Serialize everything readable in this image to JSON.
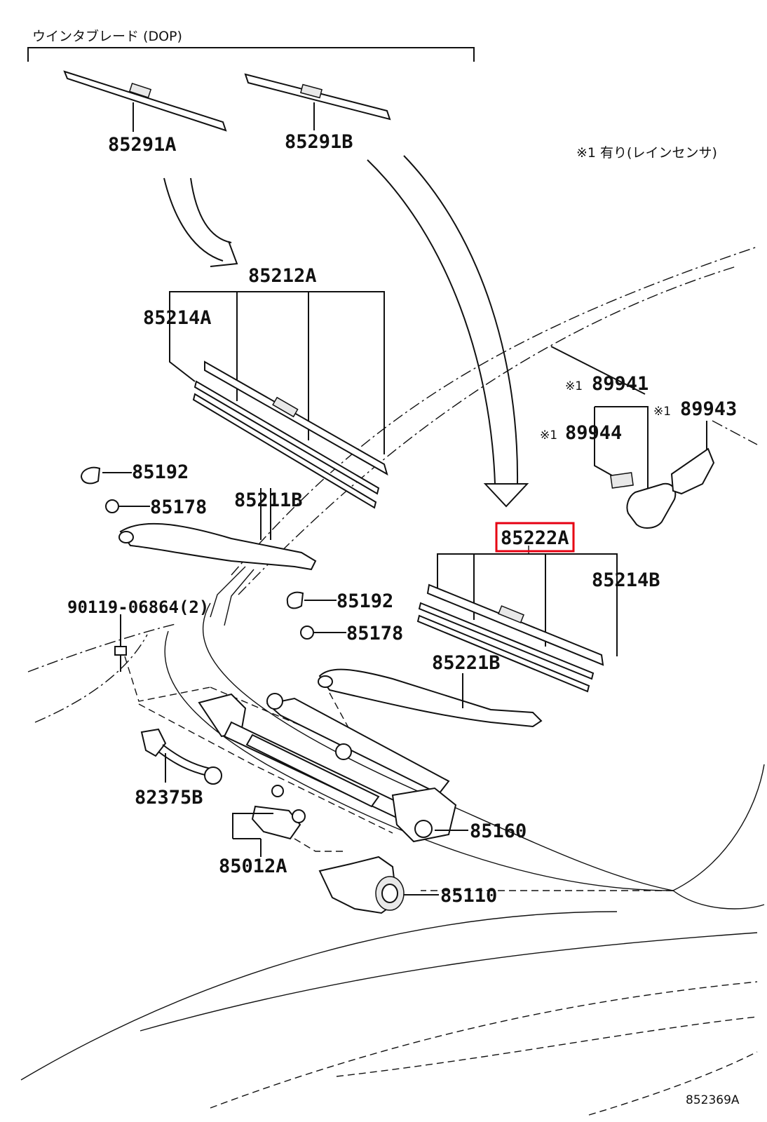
{
  "header": {
    "group_label": "ウインタブレード (DOP)",
    "footnote": "※1 有り(レインセンサ)",
    "diagram_code": "852369A"
  },
  "parts": {
    "p85291A": "85291A",
    "p85291B": "85291B",
    "p85212A": "85212A",
    "p85214A": "85214A",
    "p85192a": "85192",
    "p85178a": "85178",
    "p85211B": "85211B",
    "p90119": "90119-06864(2)",
    "p85192b": "85192",
    "p85178b": "85178",
    "p85222A": "85222A",
    "p85214B": "85214B",
    "p85221B": "85221B",
    "p89941": "89941",
    "p89943": "89943",
    "p89944": "89944",
    "p82375B": "82375B",
    "p85160": "85160",
    "p85012A": "85012A",
    "p85110": "85110"
  },
  "markers": {
    "m89941": "※1",
    "m89943": "※1",
    "m89944": "※1"
  },
  "highlight": {
    "part": "85222A",
    "color": "#e60012"
  }
}
